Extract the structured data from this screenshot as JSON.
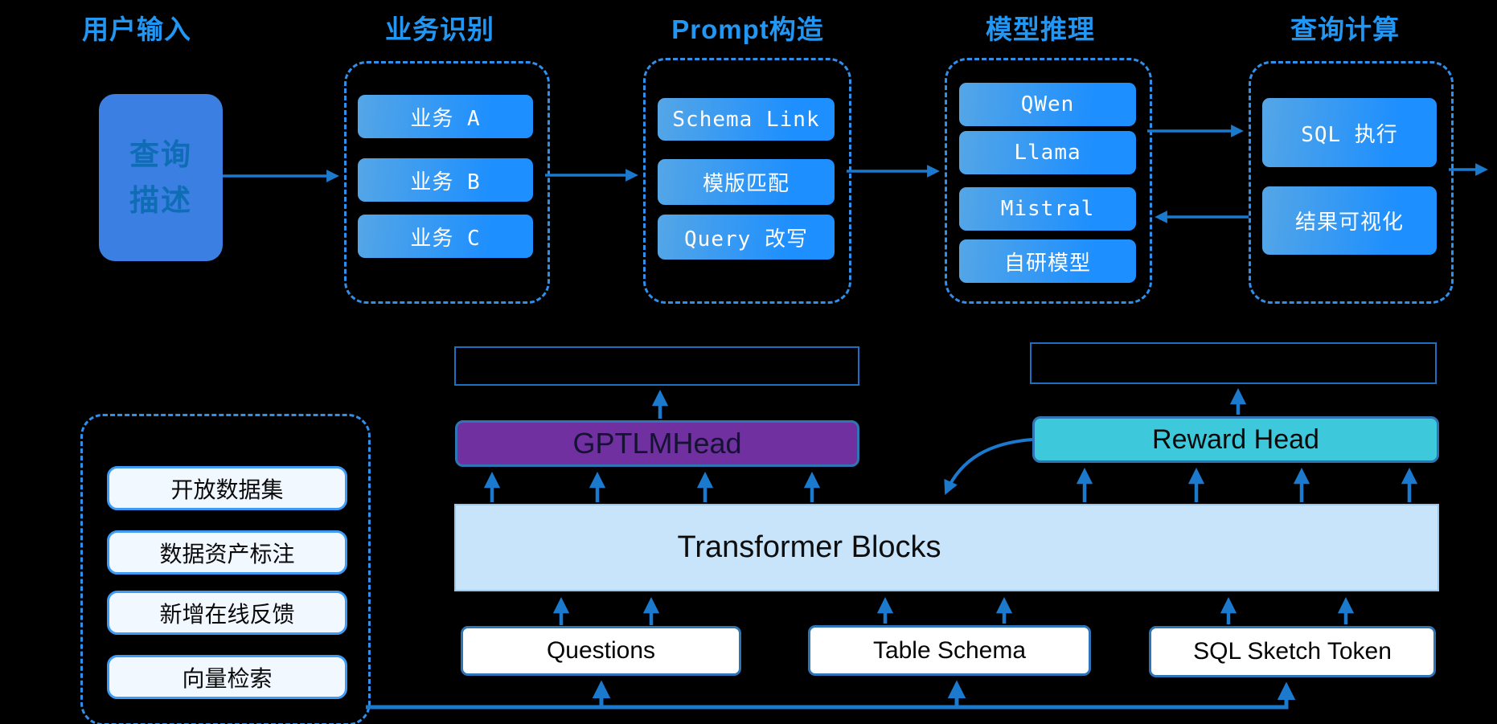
{
  "colors": {
    "background": "#000000",
    "title_blue": "#2196F3",
    "dashed_border": "#2F8FEA",
    "pill_gradient_start": "#55A6E6",
    "pill_gradient_end": "#1E8FFE",
    "query_box_fill": "#3B7FE2",
    "query_box_text": "#0E6DB4",
    "arrow_blue": "#1B79CE",
    "thin_rect_border": "#1D6FC0",
    "box_border_blue": "#2E75B6",
    "gpt_head_fill": "#7030A0",
    "reward_head_fill": "#3DC8DB",
    "transformer_fill": "#C8E4FA",
    "light_pill_fill": "#F2F8FF",
    "light_pill_border": "#3E9BF5"
  },
  "pipeline": {
    "input_stage": {
      "title": "用户输入",
      "box_label": "查询\n描述"
    },
    "stages": [
      {
        "title": "业务识别",
        "items": [
          "业务 A",
          "业务 B",
          "业务 C"
        ]
      },
      {
        "title": "Prompt构造",
        "items": [
          "Schema Link",
          "模版匹配",
          "Query 改写"
        ]
      },
      {
        "title": "模型推理",
        "items": [
          "QWen",
          "Llama",
          "Mistral",
          "自研模型"
        ]
      },
      {
        "title": "查询计算",
        "items": [
          "SQL 执行",
          "结果可视化"
        ]
      }
    ]
  },
  "training": {
    "gpt_lm_head": "GPTLMHead",
    "reward_head": "Reward Head",
    "transformer": "Transformer Blocks",
    "input_tokens": [
      "Questions",
      "Table Schema",
      "SQL Sketch Token"
    ],
    "data_sources": [
      "开放数据集",
      "数据资产标注",
      "新增在线反馈",
      "向量检索"
    ]
  }
}
